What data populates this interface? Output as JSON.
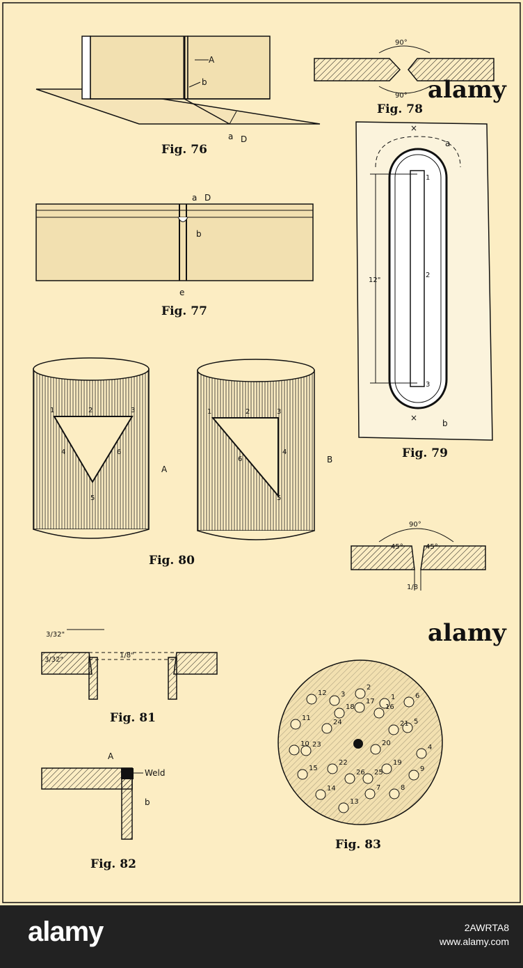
{
  "figures": {
    "fig76": {
      "caption": "Fig. 76",
      "labels": {
        "A": "A",
        "b": "b",
        "a": "a",
        "D": "D"
      }
    },
    "fig77": {
      "caption": "Fig. 77",
      "labels": {
        "a": "a",
        "D": "D",
        "b": "b",
        "e": "e"
      }
    },
    "fig78": {
      "caption": "Fig. 78",
      "angle_top": "90°",
      "angle_bottom": "90°"
    },
    "fig79": {
      "caption": "Fig. 79",
      "length": "12\"",
      "points": [
        "1",
        "2",
        "3"
      ],
      "labels": {
        "a": "a",
        "b": "b"
      }
    },
    "fig80": {
      "caption": "Fig. 80",
      "cyl_a": {
        "tag": "A",
        "points": [
          "1",
          "2",
          "3",
          "4",
          "5",
          "6"
        ]
      },
      "cyl_b": {
        "tag": "B",
        "points": [
          "1",
          "2",
          "3",
          "6",
          "4",
          "5"
        ]
      }
    },
    "fig_groove": {
      "angle_total": "90°",
      "angle_left": "45°",
      "angle_right": "45°",
      "gap": "1/8"
    },
    "fig81": {
      "caption": "Fig. 81",
      "dim_top": "3/32\"",
      "dim_left": "3/32\"",
      "dim_right": "1/8\""
    },
    "fig82": {
      "caption": "Fig. 82",
      "labels": {
        "A": "A",
        "weld": "Weld",
        "b": "b"
      }
    },
    "fig83": {
      "caption": "Fig. 83",
      "holes": [
        "1",
        "2",
        "3",
        "4",
        "5",
        "6",
        "7",
        "8",
        "9",
        "10",
        "11",
        "12",
        "13",
        "14",
        "15",
        "16",
        "17",
        "18",
        "19",
        "20",
        "21",
        "22",
        "23",
        "24",
        "25",
        "26"
      ]
    }
  },
  "watermark": {
    "brand": "alamy",
    "id": "2AWRTA8",
    "site": "www.alamy.com"
  },
  "colors": {
    "paper": "#fcedc3",
    "ink": "#111111",
    "bar": "#222222"
  }
}
